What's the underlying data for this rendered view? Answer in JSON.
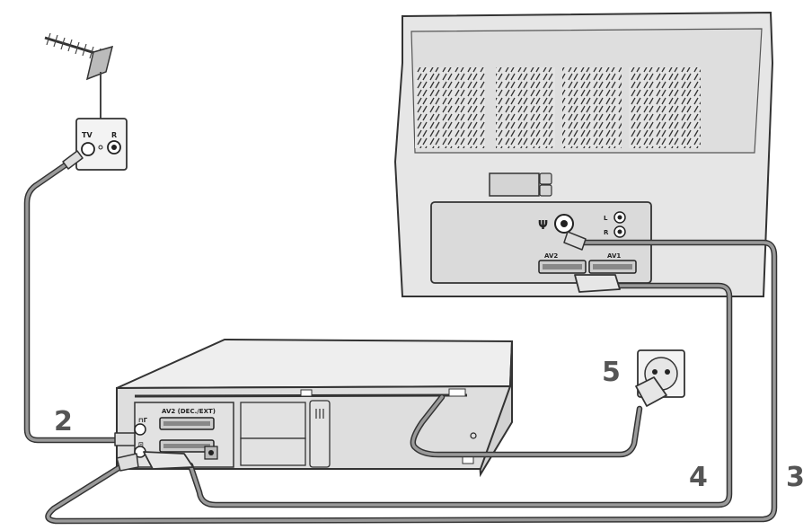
{
  "wall_socket": {
    "tv_label": "TV",
    "radio_label": "R"
  },
  "tv": {
    "av2_label": "AV2",
    "av1_label": "AV1",
    "left_label": "L",
    "right_label": "R"
  },
  "vcr": {
    "scart_label": "AV2 (DEC./EXT)",
    "ant_in_label": "⊓Γ",
    "ant_out_label": "⊡"
  },
  "callouts": {
    "step2": "2",
    "step3": "3",
    "step4": "4",
    "step5": "5"
  },
  "colors": {
    "cable": "#8c8c8c",
    "device": "#dcdcdc",
    "outline": "#333333",
    "label": "#555555"
  }
}
